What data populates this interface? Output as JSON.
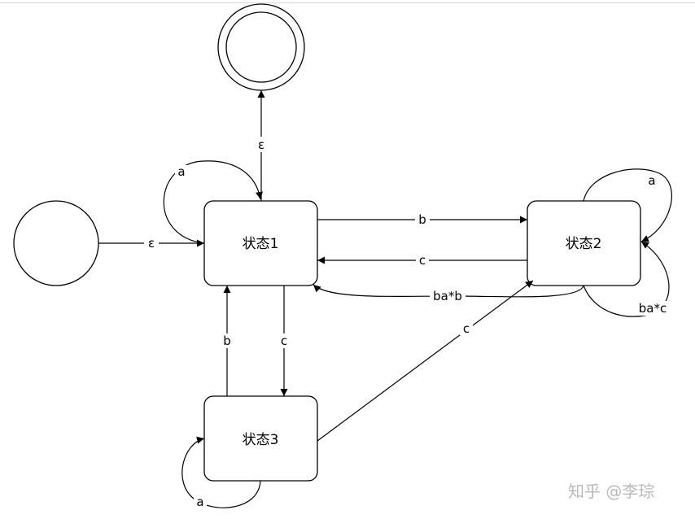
{
  "nodes": {
    "state1": "状态1",
    "state2": "状态2",
    "state3": "状态3"
  },
  "edges": {
    "start_to_s1": "ε",
    "s1_to_final": "ε",
    "s1_self": "a",
    "s1_to_s2": "b",
    "s2_to_s1_c": "c",
    "s2_to_s1_bab": "ba*b",
    "s2_self_a": "a",
    "s2_self_bac": "ba*c",
    "s1_to_s3": "c",
    "s3_to_s1": "b",
    "s3_self": "a",
    "s3_to_s2": "c"
  },
  "watermark": "知乎 @李琮"
}
